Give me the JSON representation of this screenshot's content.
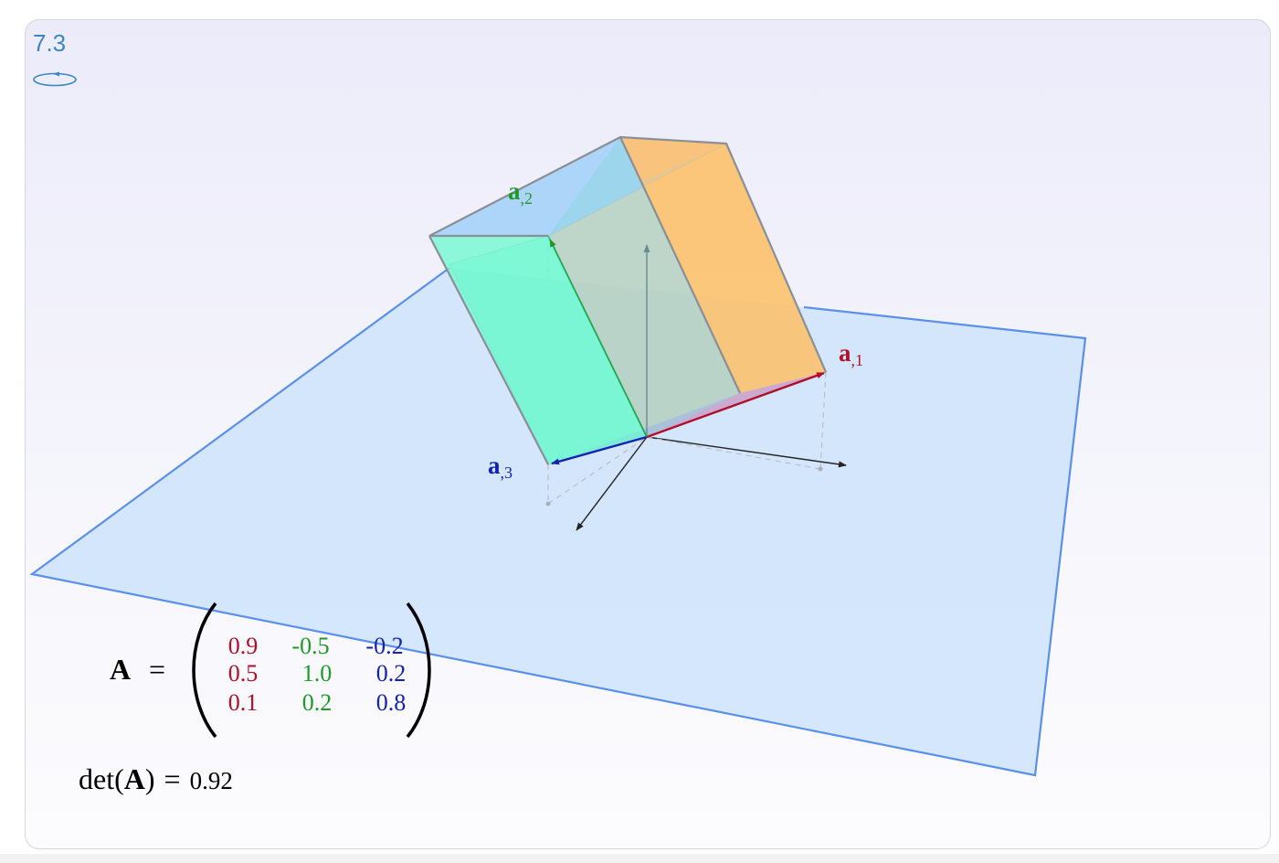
{
  "header": {
    "section_number": "7.3",
    "rotate_icon": "rotate-icon"
  },
  "labels": {
    "vec1_main": "a",
    "vec1_sub": ",1",
    "vec2_main": "a",
    "vec2_sub": ",2",
    "vec3_main": "a",
    "vec3_sub": ",3"
  },
  "matrix": {
    "name": "A",
    "equals": "=",
    "rows": [
      [
        "0.9",
        "-0.5",
        "-0.2"
      ],
      [
        "0.5",
        "1.0",
        "0.2"
      ],
      [
        "0.1",
        "0.2",
        "0.8"
      ]
    ]
  },
  "determinant": {
    "func": "det",
    "open_paren": "(",
    "name": "A",
    "close_paren": ")",
    "equals": "=",
    "value": "0.92"
  },
  "colors": {
    "column1": "#b0102a",
    "column2": "#1f9a2a",
    "column3": "#1322b0",
    "plane_fill": "#cfe4fc",
    "plane_edge": "#5a90ec",
    "face_green": "#6ff8d0",
    "face_orange": "#fcc068",
    "face_blue": "#a6d2f8",
    "face_peach": "#fcc8a8",
    "accent": "#3b86c4"
  }
}
